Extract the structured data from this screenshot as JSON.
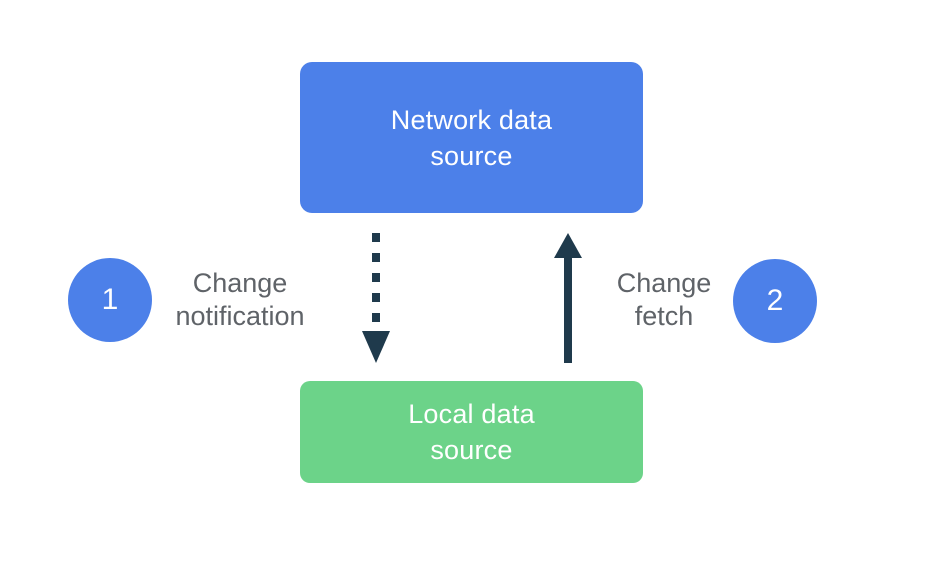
{
  "colors": {
    "blue": "#4c80e9",
    "green": "#6cd389",
    "arrow": "#1f3a4c",
    "label_gray": "#5f6368",
    "box_text": "#ffffff",
    "background": "#ffffff"
  },
  "nodes": {
    "network": {
      "label": "Network data\nsource"
    },
    "local": {
      "label": "Local data\nsource"
    }
  },
  "steps": {
    "one": {
      "number": "1",
      "label": "Change\nnotification"
    },
    "two": {
      "number": "2",
      "label": "Change\nfetch"
    }
  },
  "arrows": {
    "notification": {
      "style": "dotted",
      "direction": "down"
    },
    "fetch": {
      "style": "solid",
      "direction": "up"
    }
  }
}
